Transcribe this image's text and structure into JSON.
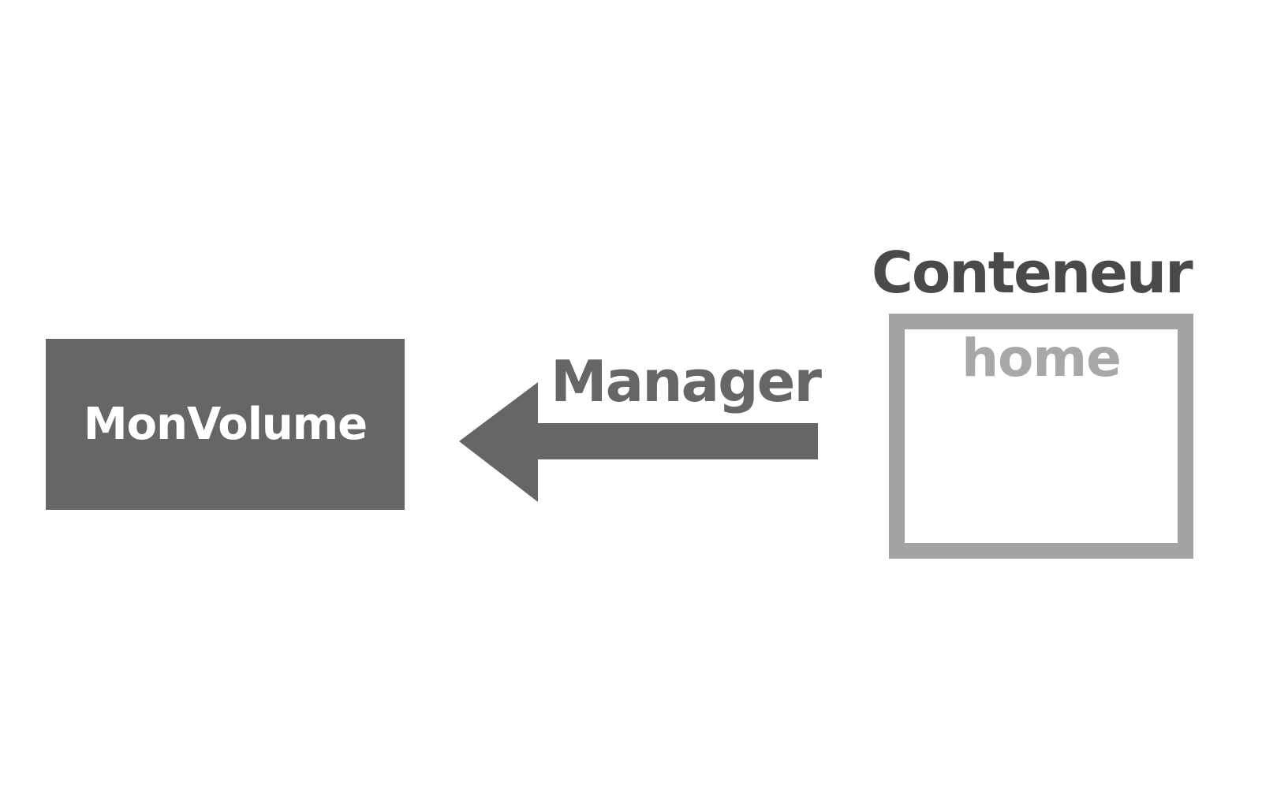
{
  "diagram": {
    "volume": {
      "label": "MonVolume"
    },
    "arrow": {
      "label": "Manager",
      "direction": "left"
    },
    "container": {
      "title": "Conteneur",
      "item_label": "home"
    }
  },
  "colors": {
    "mid-gray": "#666666",
    "dark-gray": "#4a4a4a",
    "light-gray": "#a3a3a3",
    "home-gray": "#a8a8a8",
    "volume-text": "#ffffff",
    "background": "#ffffff"
  }
}
